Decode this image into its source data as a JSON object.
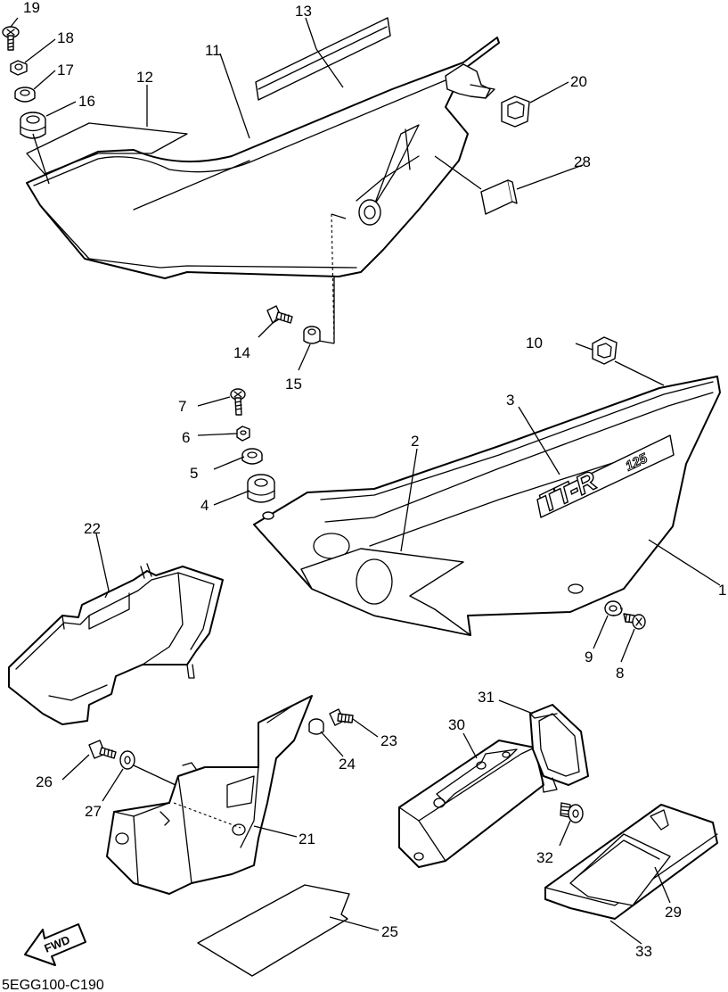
{
  "diagram": {
    "code": "5EGG100-C190",
    "fwd_label": "FWD",
    "decal_logo": "TT-R",
    "decal_logo_suffix": "125"
  },
  "callouts": [
    "1",
    "2",
    "3",
    "4",
    "5",
    "6",
    "7",
    "8",
    "9",
    "10",
    "11",
    "12",
    "13",
    "14",
    "15",
    "16",
    "17",
    "18",
    "19",
    "20",
    "21",
    "22",
    "23",
    "24",
    "25",
    "26",
    "27",
    "28",
    "29",
    "30",
    "31",
    "32",
    "33"
  ]
}
